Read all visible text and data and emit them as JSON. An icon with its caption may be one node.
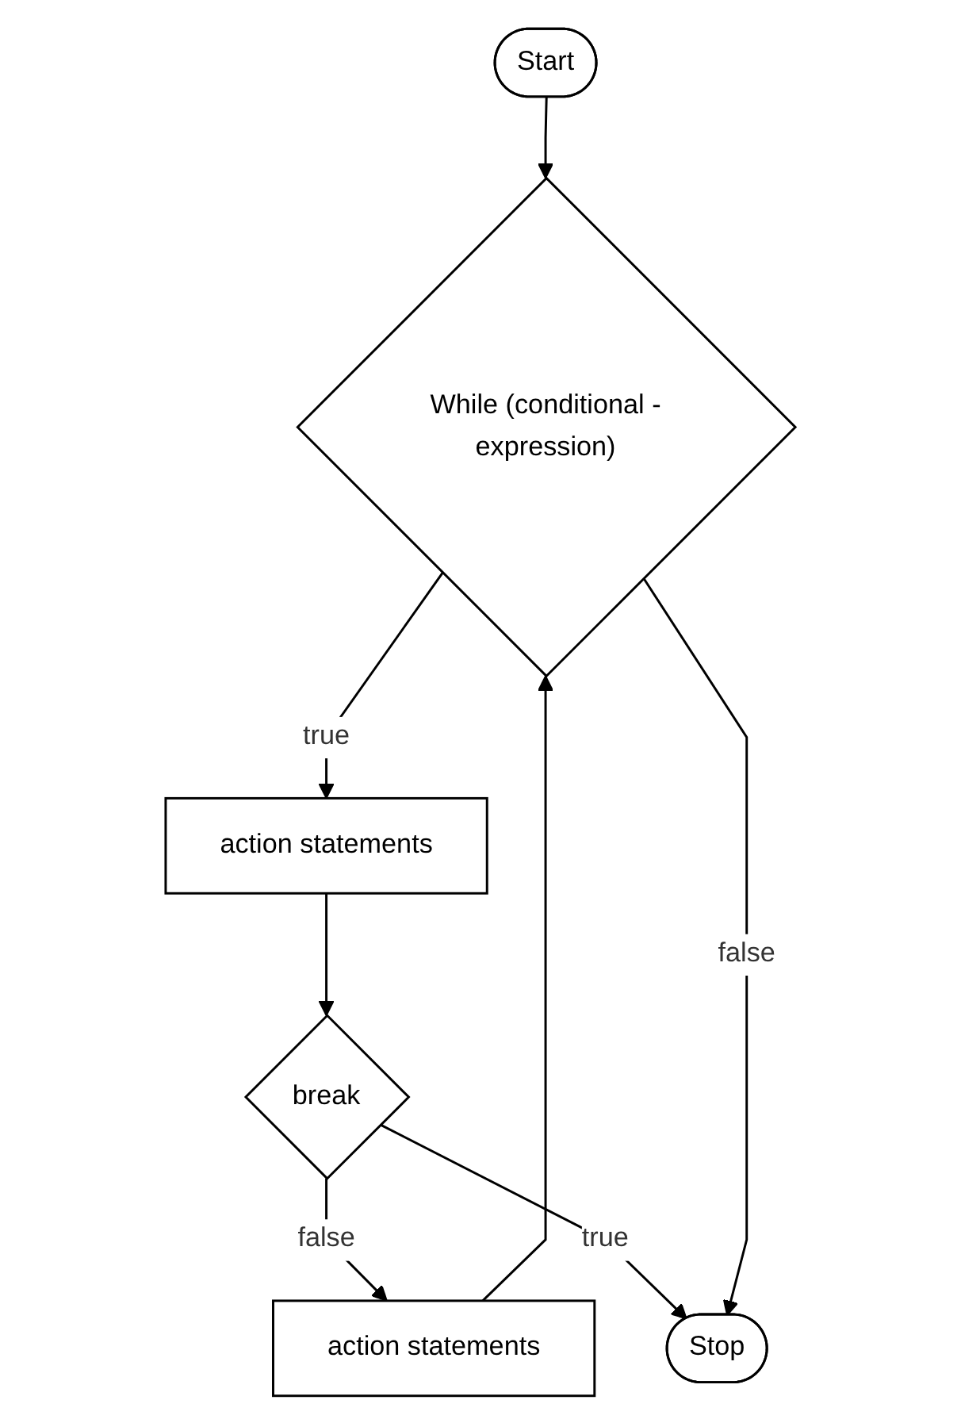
{
  "diagram": {
    "nodes": [
      {
        "text": [
          "Start"
        ]
      },
      {
        "text": [
          "While (conditional -expression)"
        ]
      },
      {
        "text": [
          "action statements"
        ]
      },
      {
        "text": [
          "break"
        ]
      },
      {
        "text": [
          "action statements"
        ]
      },
      {
        "text": [
          "Stop"
        ]
      }
    ],
    "edges": [
      {
        "from": 0,
        "to": 1,
        "arrow": "to"
      },
      {
        "from": 1,
        "to": 2,
        "label": "true",
        "arrow": "to"
      },
      {
        "from": 2,
        "to": 3,
        "arrow": "to"
      },
      {
        "from": 3,
        "to": 4,
        "label": "false",
        "arrow": "to"
      },
      {
        "from": 4,
        "to": 1,
        "arrow": "to"
      },
      {
        "from": 3,
        "to": 5,
        "label": "true",
        "arrow": "to"
      },
      {
        "from": 1,
        "to": 5,
        "label": "false",
        "arrow": "to"
      }
    ]
  }
}
